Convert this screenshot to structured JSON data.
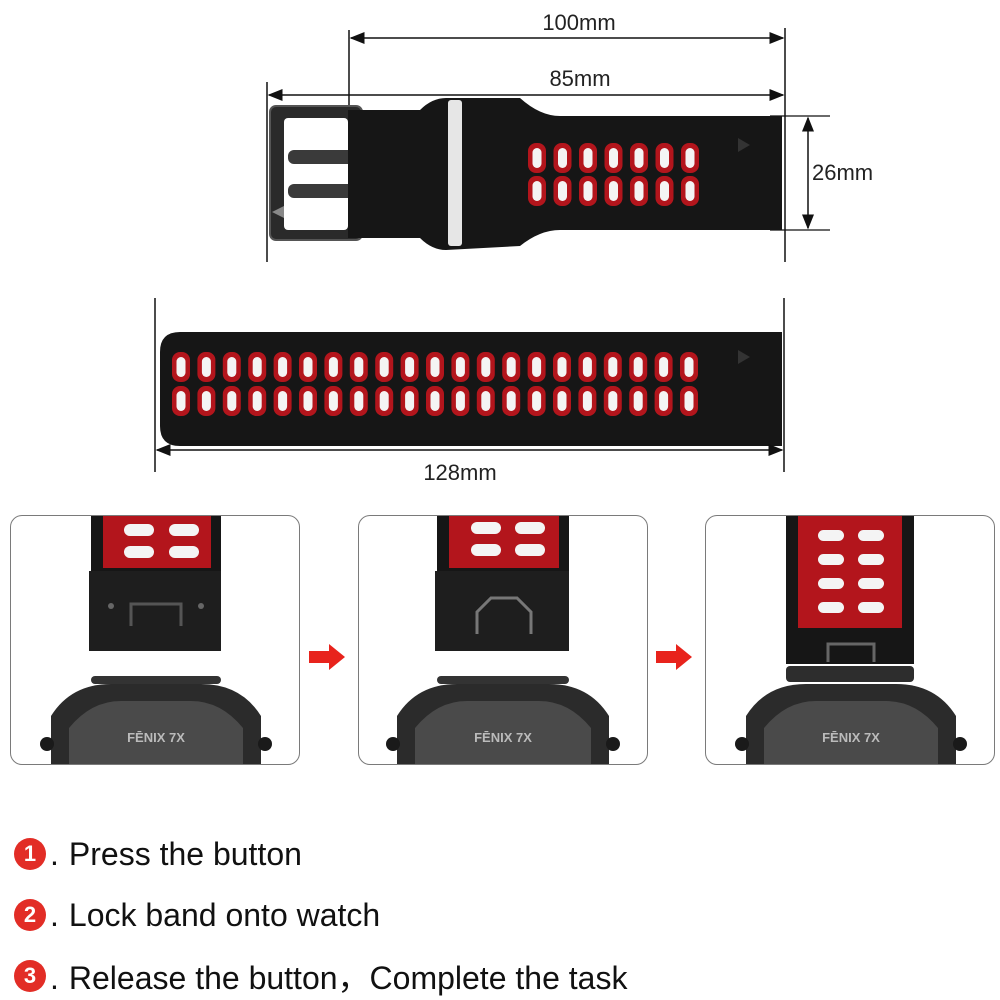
{
  "dimensions": {
    "overall_length": "100mm",
    "strap_length": "85mm",
    "width": "26mm",
    "long_strap_length": "128mm"
  },
  "watch_label": "FĒNIX 7X",
  "steps": [
    {
      "number": "1",
      "text": "Press the button"
    },
    {
      "number": "2",
      "text": "Lock band onto watch"
    },
    {
      "number": "3",
      "text": "Release the button，Complete the task"
    }
  ],
  "colors": {
    "strap_black": "#161616",
    "strap_red": "#b3151c",
    "hole_white": "#f4f4f4",
    "step_badge": "#e22d26",
    "arrow_red": "#e8231c"
  }
}
